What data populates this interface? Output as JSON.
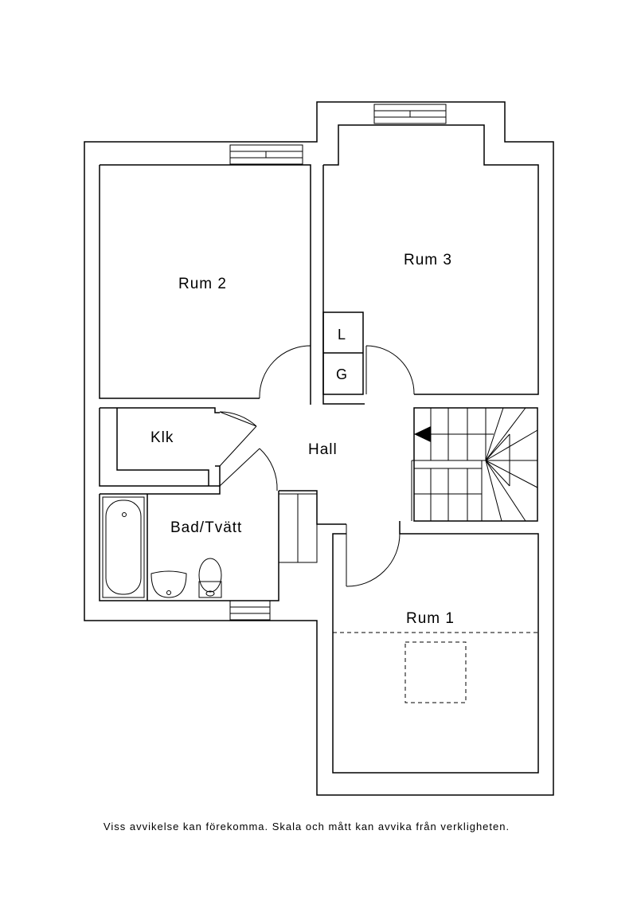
{
  "rooms": {
    "rum2": "Rum 2",
    "rum3": "Rum 3",
    "rum1": "Rum 1",
    "hall": "Hall",
    "klk": "Klk",
    "bad": "Bad/Tvätt"
  },
  "storage": {
    "l": "L",
    "g": "G"
  },
  "disclaimer": "Viss avvikelse kan förekomma. Skala och mått kan avvika från verkligheten."
}
